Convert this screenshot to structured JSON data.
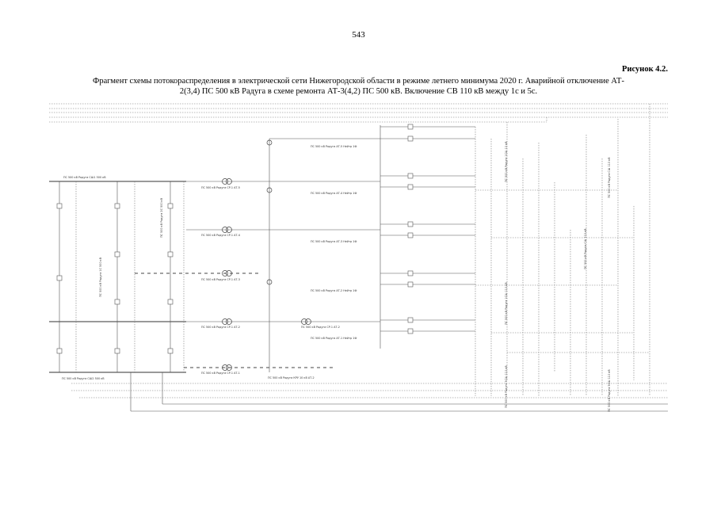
{
  "page": {
    "number": "543"
  },
  "figure": {
    "label": "Рисунок 4.2.",
    "caption_lines": [
      "Фрагмент схемы потокораспределения в электрической сети Нижегородской области в режиме летнего минимума 2020 г. Аварийной отключение АТ-",
      "2(3,4) ПС 500 кВ Радуга в схеме ремонта АТ-3(4,2) ПС 500 кВ. Включение СВ 110 кВ между 1с и 5с."
    ]
  },
  "diagram": {
    "bus_labels": {
      "top_500": "ПС 500 кВ Радуга СШ1 500 кВ",
      "bottom_500": "ПС 500 кВ Радуга СШ2 500 кВ",
      "vertical_left": "ПС 500 кВ Радуга 1С 500 кВ",
      "vertical_right": "ПС 500 кВ Радуга 2С 500 кВ"
    },
    "transformer_labels": [
      "ПС 500 кВ Радуга СР.1 АТ-5",
      "ПС 500 кВ Радуга СР.1 АТ-4",
      "ПС 500 кВ Радуга СР.1 АТ-3",
      "ПС 500 кВ Радуга СР.1 АТ-2",
      "ПС 500 кВ Радуга СР.1 АТ-1",
      "ПС 500 кВ Радуга СР.1 АТ-2"
    ],
    "neutral_labels": [
      "ПС 500 кВ Радуга АТ-5 Нейтр 1Ф",
      "ПС 500 кВ Радуга АТ-4 Нейтр 1Ф",
      "ПС 500 кВ Радуга АТ-3 Нейтр 1Ф",
      "ПС 500 кВ Радуга АТ-2 Нейтр 1Ф",
      "ПС 500 кВ Радуга АТ-1 Нейтр 1Ф"
    ],
    "bottom_label": "ПС 500 кВ Радуга КРУ 10 кВ АТ-2",
    "right_vertical_labels": [
      "ПС 500 кВ Радуга 1СШ 10 кВ",
      "ПС 500 кВ Радуга СШ 110 кВ",
      "ПС 500 кВ Радуга СШ 110 кВ",
      "ПС 500 кВ Радуга 1СШ 110 кВ",
      "ПС 500 кВ Радуга 5СШ 110 кВ",
      "ПС 500 кВ Радуга 5СШ 110 кВ"
    ],
    "colors": {
      "line": "#555555",
      "bus": "#333333"
    }
  }
}
